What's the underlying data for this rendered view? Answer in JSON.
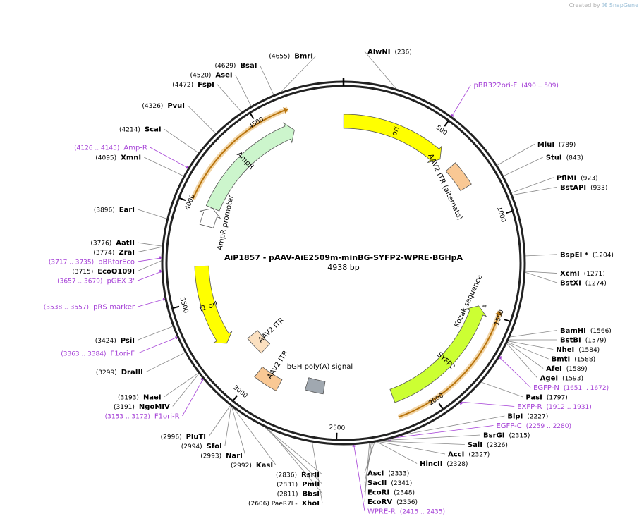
{
  "credit": {
    "prefix": "Created by",
    "brand": "SnapGene"
  },
  "plasmid": {
    "name": "AiP1857 - pAAV-AiE2509m-minBG-SYFP2-WPRE-BGHpA",
    "size_label": "4938 bp",
    "length": 4938
  },
  "ticks": [
    "500",
    "1000",
    "1500",
    "2000",
    "2500",
    "3000",
    "3500",
    "4000",
    "4500"
  ],
  "features": [
    {
      "name": "ori",
      "start": 1,
      "end": 589,
      "strand": 1,
      "color": "#ffff00"
    },
    {
      "name": "AAV2 ITR (alternate)",
      "start": 660,
      "end": 800,
      "strand": 0,
      "color": "#f9c894"
    },
    {
      "name": "Kozak sequence",
      "start": 1463,
      "end": 1472,
      "strand": 0,
      "color": "#999999"
    },
    {
      "name": "SYFP2",
      "start": 1476,
      "end": 2192,
      "strand": -1,
      "color": "#ccff33"
    },
    {
      "name": "bGH poly(A) signal",
      "start": 2590,
      "end": 2700,
      "strand": 0,
      "color": "#a0a8b0"
    },
    {
      "name": "AAV2 ITR",
      "start": 2850,
      "end": 2990,
      "strand": 0,
      "color": "#f9c894"
    },
    {
      "name": "AAV2 ITR",
      "start": 3050,
      "end": 3180,
      "strand": 0,
      "color": "#fbe0c0"
    },
    {
      "name": "f1 ori",
      "start": 3230,
      "end": 3686,
      "strand": -1,
      "color": "#ffff00"
    },
    {
      "name": "AmpR promoter",
      "start": 3910,
      "end": 4014,
      "strand": 1,
      "color": "#ffffff"
    },
    {
      "name": "AmpR",
      "start": 4015,
      "end": 4660,
      "strand": 1,
      "color": "#ccf5cc"
    }
  ],
  "orfs": [
    {
      "start": 1470,
      "end": 2200,
      "strand": -1
    },
    {
      "start": 4020,
      "end": 4665,
      "strand": 1
    }
  ],
  "enzymes": [
    {
      "name": "AlwNI",
      "pos": "(236)",
      "site": 236
    },
    {
      "name": "MluI",
      "pos": "(789)",
      "site": 789
    },
    {
      "name": "StuI",
      "pos": "(843)",
      "site": 843
    },
    {
      "name": "PflMI",
      "pos": "(923)",
      "site": 923
    },
    {
      "name": "BstAPI",
      "pos": "(933)",
      "site": 933
    },
    {
      "name": "BspEI *",
      "pos": "(1204)",
      "site": 1204
    },
    {
      "name": "XcmI",
      "pos": "(1271)",
      "site": 1271
    },
    {
      "name": "BstXI",
      "pos": "(1274)",
      "site": 1274
    },
    {
      "name": "BamHI",
      "pos": "(1566)",
      "site": 1566
    },
    {
      "name": "BstBI",
      "pos": "(1579)",
      "site": 1579
    },
    {
      "name": "NheI",
      "pos": "(1584)",
      "site": 1584
    },
    {
      "name": "BmtI",
      "pos": "(1588)",
      "site": 1588
    },
    {
      "name": "AfeI",
      "pos": "(1589)",
      "site": 1589
    },
    {
      "name": "AgeI",
      "pos": "(1593)",
      "site": 1593
    },
    {
      "name": "PasI",
      "pos": "(1797)",
      "site": 1797
    },
    {
      "name": "BlpI",
      "pos": "(2227)",
      "site": 2227
    },
    {
      "name": "BsrGI",
      "pos": "(2315)",
      "site": 2315
    },
    {
      "name": "SalI",
      "pos": "(2326)",
      "site": 2326
    },
    {
      "name": "AccI",
      "pos": "(2327)",
      "site": 2327
    },
    {
      "name": "HincII",
      "pos": "(2328)",
      "site": 2328
    },
    {
      "name": "AscI",
      "pos": "(2333)",
      "site": 2333
    },
    {
      "name": "SacII",
      "pos": "(2341)",
      "site": 2341
    },
    {
      "name": "EcoRI",
      "pos": "(2348)",
      "site": 2348
    },
    {
      "name": "EcoRV",
      "pos": "(2356)",
      "site": 2356
    },
    {
      "name": "XhoI",
      "pos": "(2606) PaeR7I -",
      "site": 2606
    },
    {
      "name": "BbsI",
      "pos": "(2811)",
      "site": 2811
    },
    {
      "name": "PmlI",
      "pos": "(2831)",
      "site": 2831
    },
    {
      "name": "RsrII",
      "pos": "(2836)",
      "site": 2836
    },
    {
      "name": "KasI",
      "pos": "(2992)",
      "site": 2992
    },
    {
      "name": "NarI",
      "pos": "(2993)",
      "site": 2993
    },
    {
      "name": "SfoI",
      "pos": "(2994)",
      "site": 2994
    },
    {
      "name": "PluTI",
      "pos": "(2996)",
      "site": 2996
    },
    {
      "name": "NgoMIV",
      "pos": "(3191)",
      "site": 3191
    },
    {
      "name": "NaeI",
      "pos": "(3193)",
      "site": 3193
    },
    {
      "name": "DraIII",
      "pos": "(3299)",
      "site": 3299
    },
    {
      "name": "PsiI",
      "pos": "(3424)",
      "site": 3424
    },
    {
      "name": "EcoO109I",
      "pos": "(3715)",
      "site": 3715
    },
    {
      "name": "ZraI",
      "pos": "(3774)",
      "site": 3774
    },
    {
      "name": "AatII",
      "pos": "(3776)",
      "site": 3776
    },
    {
      "name": "EarI",
      "pos": "(3896)",
      "site": 3896
    },
    {
      "name": "XmnI",
      "pos": "(4095)",
      "site": 4095
    },
    {
      "name": "ScaI",
      "pos": "(4214)",
      "site": 4214
    },
    {
      "name": "PvuI",
      "pos": "(4326)",
      "site": 4326
    },
    {
      "name": "FspI",
      "pos": "(4472)",
      "site": 4472
    },
    {
      "name": "AseI",
      "pos": "(4520)",
      "site": 4520
    },
    {
      "name": "BsaI",
      "pos": "(4629)",
      "site": 4629
    },
    {
      "name": "BmrI",
      "pos": "(4655)",
      "site": 4655
    }
  ],
  "primers": [
    {
      "name": "pBR322ori-F",
      "pos": "(490 .. 509)",
      "site": 500
    },
    {
      "name": "EGFP-N",
      "pos": "(1651 .. 1672)",
      "site": 1661
    },
    {
      "name": "EXFP-R",
      "pos": "(1912 .. 1931)",
      "site": 1921
    },
    {
      "name": "EGFP-C",
      "pos": "(2259 .. 2280)",
      "site": 2270
    },
    {
      "name": "WPRE-R",
      "pos": "(2415 .. 2435)",
      "site": 2425
    },
    {
      "name": "F1ori-R",
      "pos": "(3153 .. 3172)",
      "site": 3162
    },
    {
      "name": "F1ori-F",
      "pos": "(3363 .. 3384)",
      "site": 3373
    },
    {
      "name": "pRS-marker",
      "pos": "(3538 .. 3557)",
      "site": 3547
    },
    {
      "name": "pGEX 3'",
      "pos": "(3657 .. 3679)",
      "site": 3668
    },
    {
      "name": "pBRforEco",
      "pos": "(3717 .. 3735)",
      "site": 3726
    },
    {
      "name": "Amp-R",
      "pos": "(4126 .. 4145)",
      "site": 4135
    }
  ]
}
